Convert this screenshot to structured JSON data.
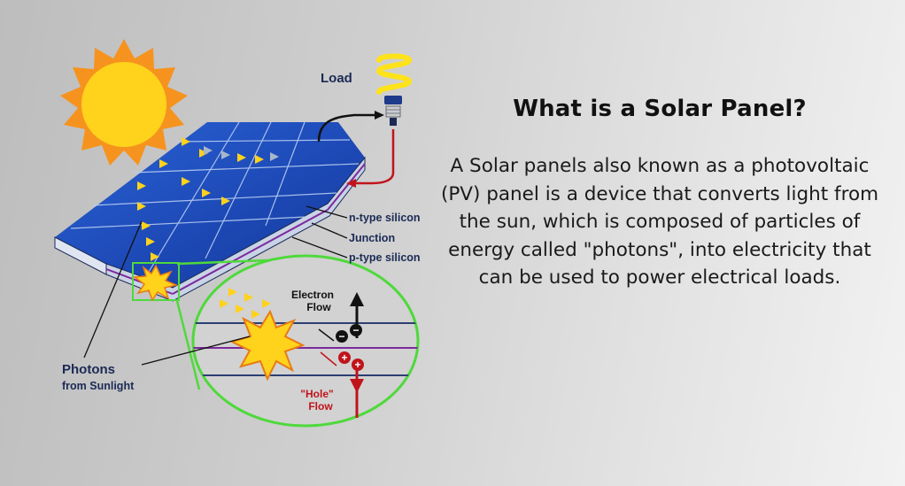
{
  "heading": "What is a Solar Panel?",
  "description": "A Solar panels also known as a photovoltaic (PV) panel is a device that converts light from the sun, which is composed of particles of energy called \"photons\", into electricity that can be used to power electrical loads.",
  "diagram": {
    "load_label": "Load",
    "n_type_label": "n-type silicon",
    "junction_label": "Junction",
    "p_type_label": "p-type silicon",
    "photons_label": "Photons",
    "from_sunlight_label": "from Sunlight",
    "electron_flow_line1": "Electron",
    "electron_flow_line2": "Flow",
    "hole_flow_line1": "\"Hole\"",
    "hole_flow_line2": "Flow",
    "electron_symbol": "−",
    "hole_symbol": "+"
  },
  "colors": {
    "panel_blue": "#1f4fc0",
    "label_navy": "#1b2a55",
    "sun_orange": "#f6931e",
    "sun_yellow": "#ffd21c",
    "callout_green": "#4fd93c",
    "hole_red": "#c0141b"
  }
}
